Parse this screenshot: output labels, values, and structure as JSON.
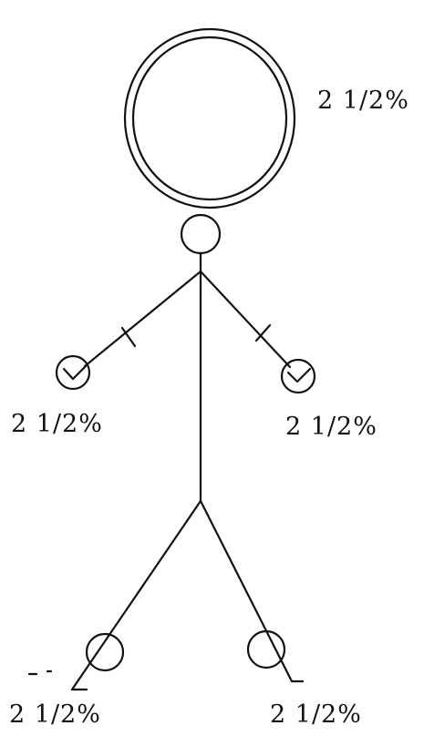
{
  "diagram": {
    "ink_color": "#111111",
    "background": "#ffffff",
    "labels": {
      "head": "2 1/2%",
      "left_arm": "2 1/2%",
      "right_arm": "2 1/2%",
      "left_leg": "2 1/2%",
      "right_leg": "2 1/2%"
    }
  }
}
